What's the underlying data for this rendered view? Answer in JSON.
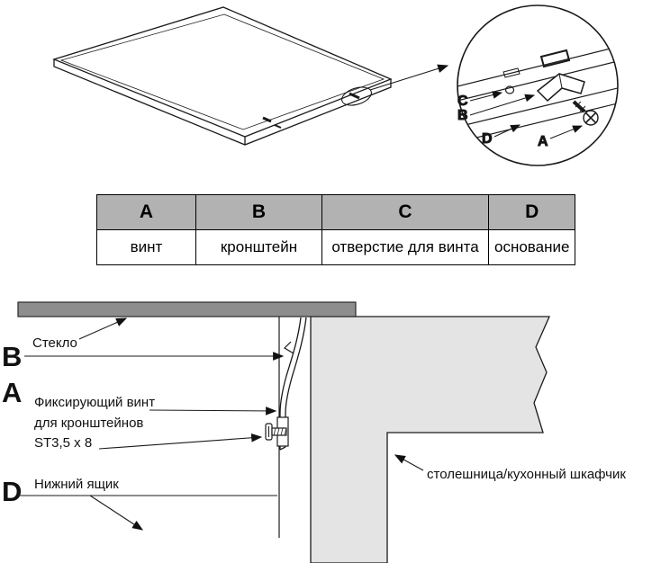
{
  "table": {
    "headers": [
      "A",
      "B",
      "C",
      "D"
    ],
    "values": [
      "винт",
      "кронштейн",
      "отверстие для винта",
      "основание"
    ]
  },
  "detail": {
    "label_a": "A",
    "label_b": "B",
    "label_c": "C",
    "label_d": "D"
  },
  "section": {
    "letter_b": "B",
    "letter_a": "A",
    "letter_d": "D",
    "glass_label": "Стекло",
    "screw_label_line1": "Фиксирующий винт",
    "screw_label_line2": "для кронштейнов",
    "screw_label_line3": "ST3,5 x 8",
    "drawer_label": "Нижний ящик",
    "cabinet_label": "столешница/кухонный шкафчик"
  },
  "colors": {
    "table_header_bg": "#b2b2b2",
    "glass_fill": "#8d8d8d",
    "cabinet_fill": "#e4e4e4",
    "line": "#1a1a1a"
  }
}
